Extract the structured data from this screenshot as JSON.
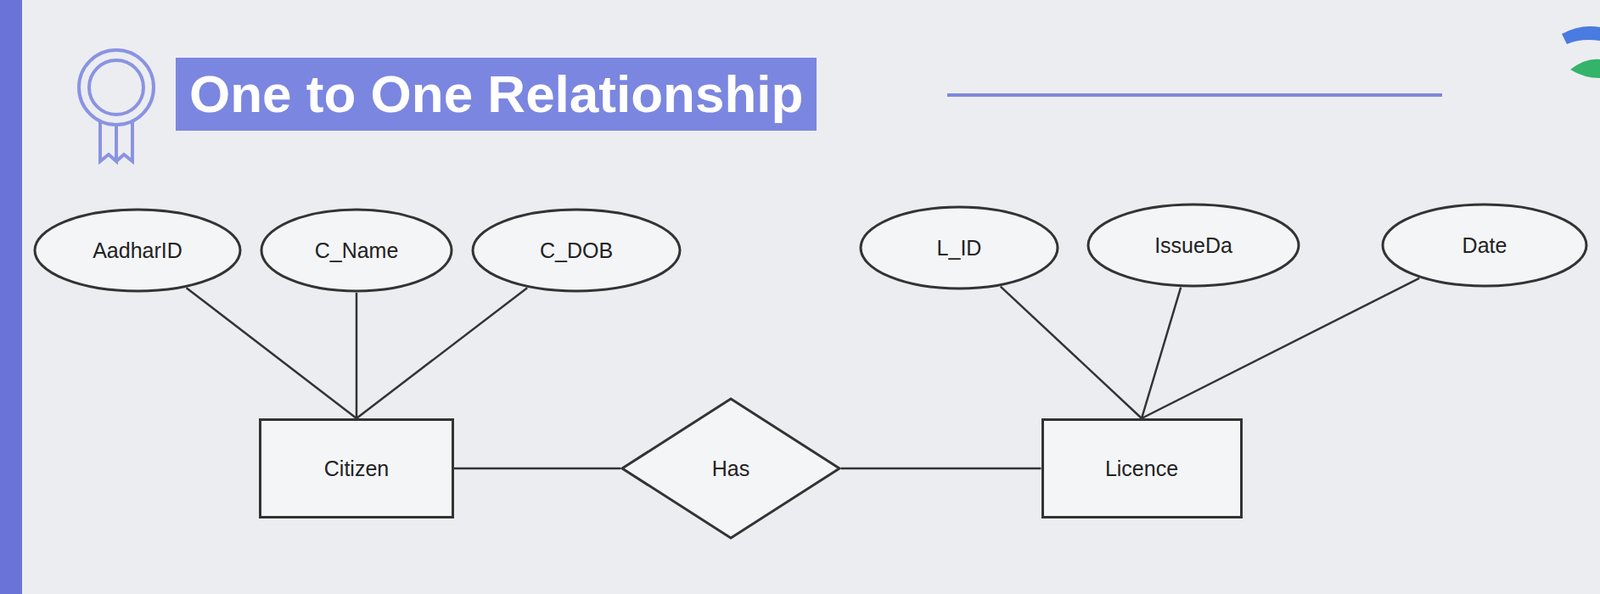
{
  "diagram": {
    "title": "One to One Relationship",
    "nodes": [
      {
        "text": [
          "AadharID"
        ]
      },
      {
        "text": [
          "C_Name"
        ]
      },
      {
        "text": [
          "C_DOB"
        ]
      },
      {
        "text": [
          "L_ID"
        ]
      },
      {
        "text": [
          "IssueDa"
        ]
      },
      {
        "text": [
          "Date"
        ]
      },
      {
        "text": [
          "Citizen"
        ]
      },
      {
        "text": [
          "Has"
        ]
      },
      {
        "text": [
          "Licence"
        ]
      }
    ],
    "edges": [
      {
        "from": 0,
        "to": 6,
        "arrow": "none"
      },
      {
        "from": 1,
        "to": 6,
        "arrow": "none"
      },
      {
        "from": 2,
        "to": 6,
        "arrow": "none"
      },
      {
        "from": 3,
        "to": 8,
        "arrow": "none"
      },
      {
        "from": 4,
        "to": 8,
        "arrow": "none"
      },
      {
        "from": 5,
        "to": 8,
        "arrow": "none"
      },
      {
        "from": 6,
        "to": 7,
        "arrow": "none"
      },
      {
        "from": 7,
        "to": 8,
        "arrow": "none"
      }
    ]
  }
}
